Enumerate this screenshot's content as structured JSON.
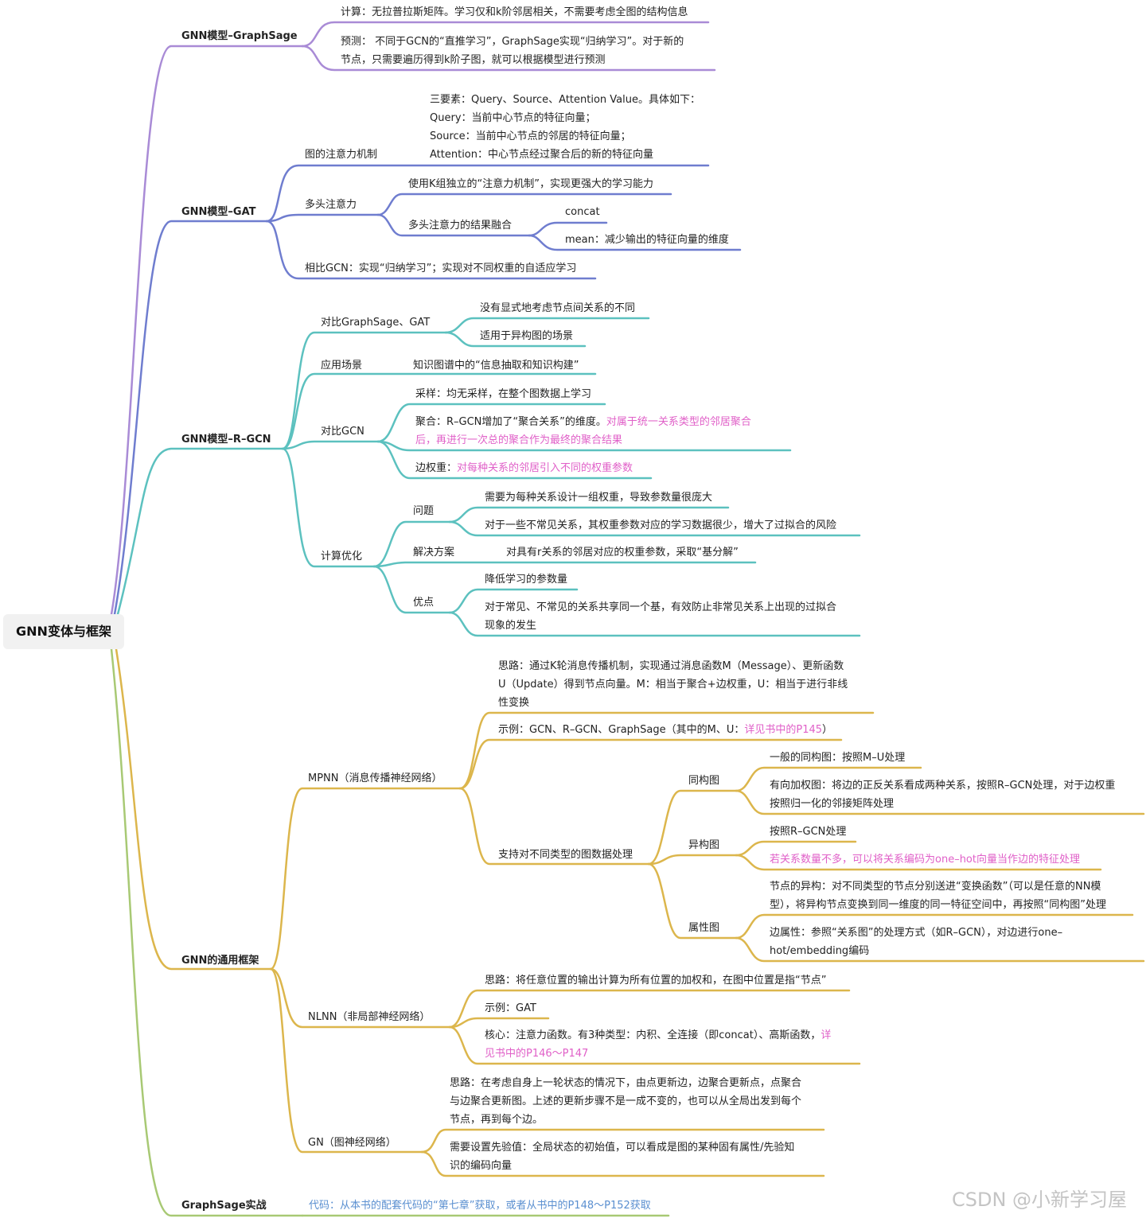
{
  "root": "GNN变体与框架",
  "colors": {
    "graphsage": "#a98bd6",
    "gat": "#6f7dcf",
    "rgcn": "#5cc1bf",
    "framework": "#dcb64c",
    "practice": "#a8c974",
    "highlight": "#e060c8"
  },
  "graphsage": {
    "label": "GNN模型–GraphSage",
    "calc": "计算：无拉普拉斯矩阵。学习仅和k阶邻居相关，不需要考虑全图的结构信息",
    "pred1": "预测：   不同于GCN的“直推学习”，GraphSage实现“归纳学习”。对于新的",
    "pred2": "节点，只需要遍历得到k阶子图，就可以根据模型进行预测"
  },
  "gat": {
    "label": "GNN模型–GAT",
    "attn": "图的注意力机制",
    "attn_l1": "三要素：Query、Source、Attention Value。具体如下：",
    "attn_l2": "Query：当前中心节点的特征向量；",
    "attn_l3": "Source：当前中心节点的邻居的特征向量；",
    "attn_l4": "Attention：中心节点经过聚合后的新的特征向量",
    "multi": "多头注意力",
    "multi_a": "使用K组独立的“注意力机制”，实现更强大的学习能力",
    "multi_b": "多头注意力的结果融合",
    "concat": "concat",
    "mean": "mean：减少输出的特征向量的维度",
    "vs_gcn": "相比GCN：实现“归纳学习”；实现对不同权重的自适应学习"
  },
  "rgcn": {
    "label": "GNN模型–R–GCN",
    "vs_sg": "对比GraphSage、GAT",
    "vs_sg_a": "没有显式地考虑节点间关系的不同",
    "vs_sg_b": "适用于异构图的场景",
    "app": "应用场景",
    "app_a": "知识图谱中的“信息抽取和知识构建”",
    "vs_gcn": "对比GCN",
    "sample": "采样：均无采样，在整个图数据上学习",
    "agg_pre": "聚合：R–GCN增加了“聚合关系”的维度。",
    "agg_hl1": "对属于统一关系类型的邻居聚合",
    "agg_hl2": "后，再进行一次总的聚合作为最终的聚合结果",
    "edge_pre": "边权重：",
    "edge_hl": "对每种关系的邻居引入不同的权重参数",
    "opt": "计算优化",
    "problem": "问题",
    "problem_a": "需要为每种关系设计一组权重，导致参数量很庞大",
    "problem_b": "对于一些不常见关系，其权重参数对应的学习数据很少，增大了过拟合的风险",
    "solution": "解决方案",
    "solution_a": "对具有r关系的邻居对应的权重参数，采取“基分解”",
    "adv": "优点",
    "adv_a": "降低学习的参数量",
    "adv_b1": "对于常见、不常见的关系共享同一个基，有效防止非常见关系上出现的过拟合",
    "adv_b2": "现象的发生"
  },
  "framework": {
    "label": "GNN的通用框架",
    "mpnn": "MPNN（消息传播神经网络）",
    "mpnn_idea1": "思路：通过K轮消息传播机制，实现通过消息函数M（Message）、更新函数",
    "mpnn_idea2": "U（Update）得到节点向量。M：相当于聚合+边权重，U：相当于进行非线",
    "mpnn_idea3": "性变换",
    "mpnn_ex_pre": "示例：GCN、R–GCN、GraphSage（其中的M、U：",
    "mpnn_ex_hl": "详见书中的P145",
    "mpnn_ex_post": "）",
    "support": "支持对不同类型的图数据处理",
    "homo": "同构图",
    "homo_a": "一般的同构图：按照M–U处理",
    "homo_b1": "有向加权图：将边的正反关系看成两种关系，按照R–GCN处理，对于边权重",
    "homo_b2": "按照归一化的邻接矩阵处理",
    "hetero": "异构图",
    "hetero_a": "按照R–GCN处理",
    "hetero_b": "若关系数量不多，可以将关系编码为one–hot向量当作边的特征处理",
    "attr": "属性图",
    "attr_a1": "节点的异构：对不同类型的节点分别送进“变换函数”（可以是任意的NN模",
    "attr_a2": "型），将异构节点变换到同一维度的同一特征空间中，再按照“同构图”处理",
    "attr_b1": "边属性：参照“关系图”的处理方式（如R–GCN），对边进行one–",
    "attr_b2": "hot/embedding编码",
    "nlnn": "NLNN（非局部神经网络）",
    "nlnn_idea": "思路：将任意位置的输出计算为所有位置的加权和，在图中位置是指“节点”",
    "nlnn_ex": "示例：GAT",
    "nlnn_core_pre": "核心：注意力函数。有3种类型：内积、全连接（即concat）、高斯函数，",
    "nlnn_core_hl1": "详",
    "nlnn_core_hl2": "见书中的P146～P147",
    "gn": "GN（图神经网络）",
    "gn_idea1": "思路：在考虑自身上一轮状态的情况下，由点更新边，边聚合更新点，点聚合",
    "gn_idea2": "与边聚合更新图。上述的更新步骤不是一成不变的，也可以从全局出发到每个",
    "gn_idea3": "节点，再到每个边。",
    "gn_prior1": "需要设置先验值：全局状态的初始值，可以看成是图的某种固有属性/先验知",
    "gn_prior2": "识的编码向量"
  },
  "practice": {
    "label": "GraphSage实战",
    "code": "代码：从本书的配套代码的“第七章”获取，或者从书中的P148～P152获取"
  },
  "watermark": "CSDN @小新学习屋"
}
